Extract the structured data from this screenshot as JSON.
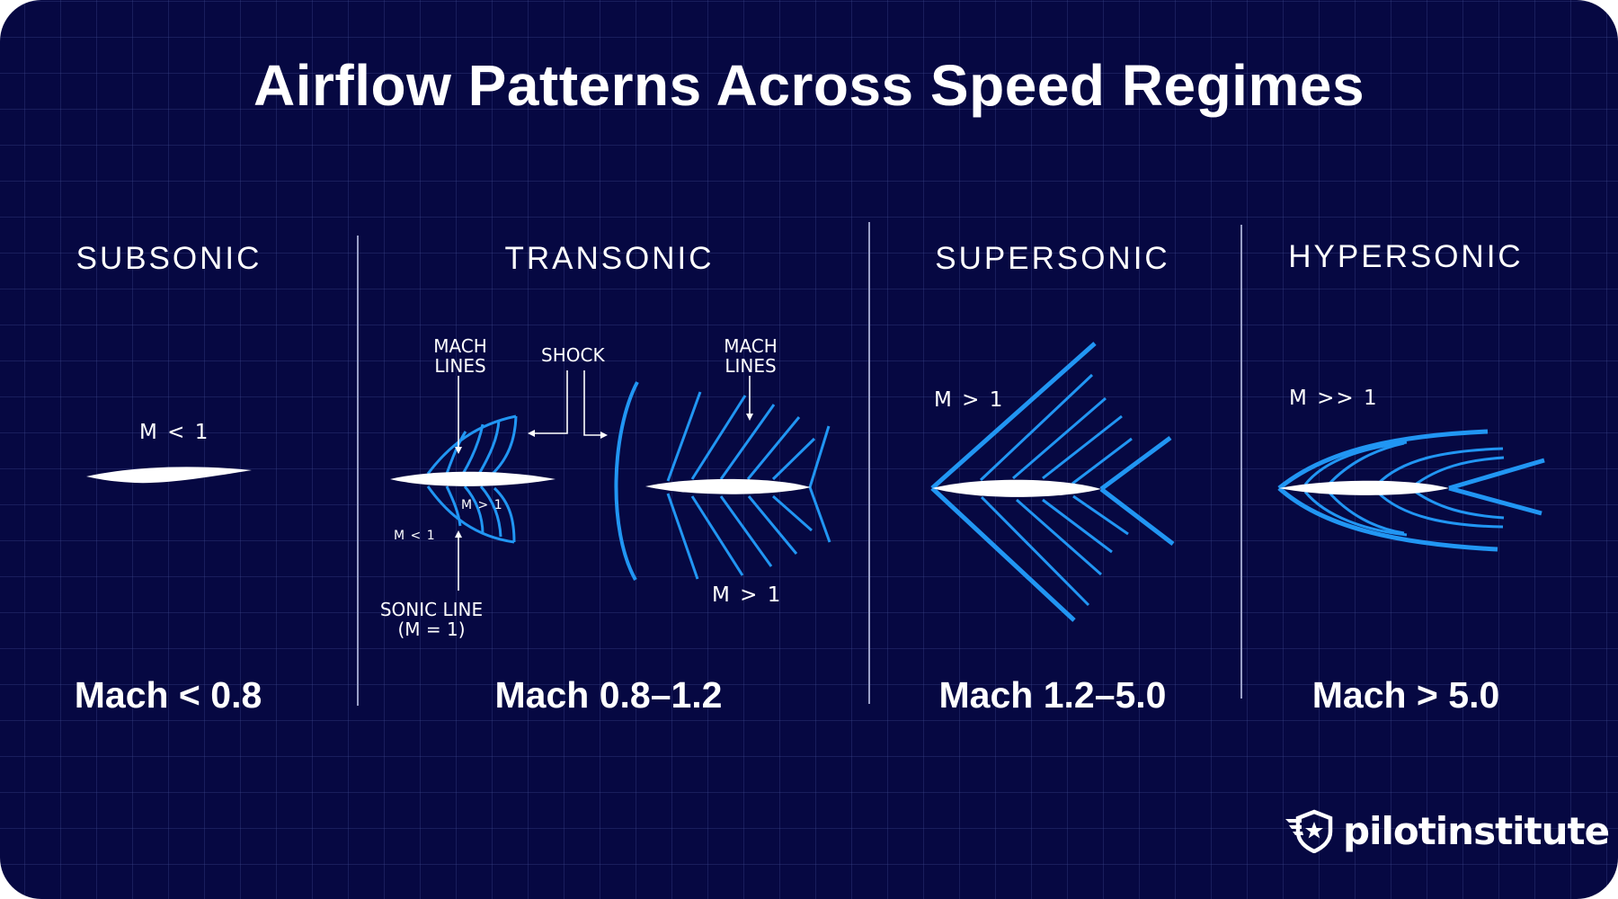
{
  "title": "Airflow Patterns Across Speed Regimes",
  "colors": {
    "background": "#060842",
    "grid": "#262c63",
    "flow_lines": "#2196f3",
    "airfoil": "#ffffff",
    "text": "#ffffff",
    "divider": "#9aa0c8"
  },
  "regimes": [
    {
      "name": "SUBSONIC",
      "mach_range": "Mach < 0.8",
      "labels": {
        "flow": "M < 1"
      }
    },
    {
      "name": "TRANSONIC",
      "mach_range": "Mach 0.8–1.2",
      "labels": {
        "mach_lines_left_1": "MACH",
        "mach_lines_left_2": "LINES",
        "shock": "SHOCK",
        "mach_lines_right_1": "MACH",
        "mach_lines_right_2": "LINES",
        "supersonic_bubble": "M > 1",
        "subsonic_region": "M < 1",
        "sonic_line_1": "SONIC LINE",
        "sonic_line_2": "(M = 1)",
        "flow_right": "M > 1"
      }
    },
    {
      "name": "SUPERSONIC",
      "mach_range": "Mach 1.2–5.0",
      "labels": {
        "flow": "M > 1"
      }
    },
    {
      "name": "HYPERSONIC",
      "mach_range": "Mach > 5.0",
      "labels": {
        "flow": "M >> 1"
      }
    }
  ],
  "logo": {
    "icon": "winged-shield-star-icon",
    "text": "pilotinstitute"
  }
}
